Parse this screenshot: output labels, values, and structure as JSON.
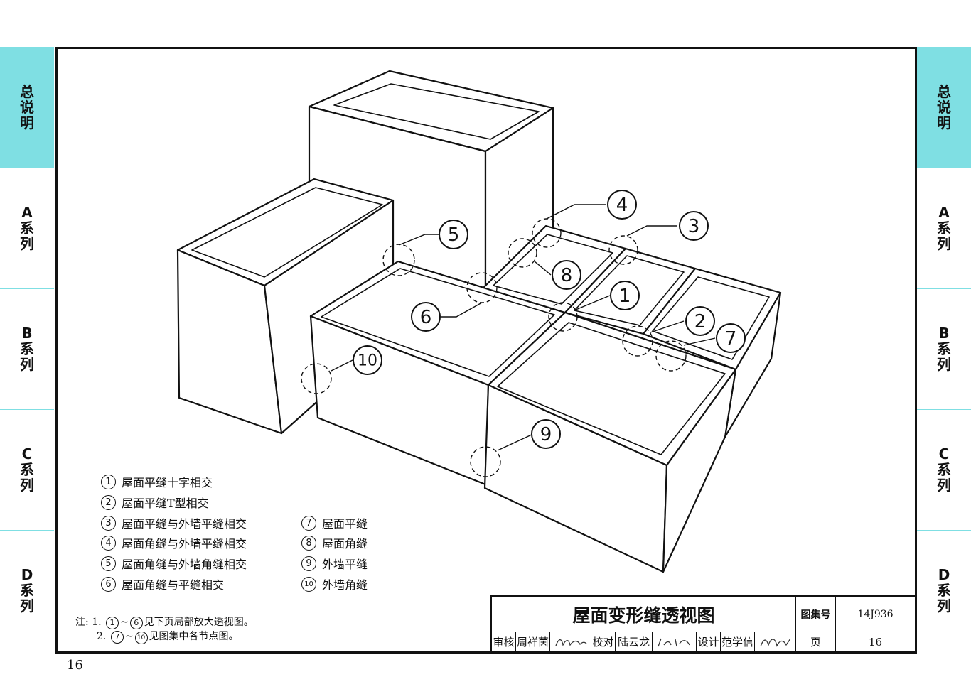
{
  "side_tabs": [
    {
      "chars": [
        "总",
        "说",
        "明"
      ]
    },
    {
      "chars": [
        "A",
        "系",
        "列"
      ]
    },
    {
      "chars": [
        "B",
        "系",
        "列"
      ]
    },
    {
      "chars": [
        "C",
        "系",
        "列"
      ]
    },
    {
      "chars": [
        "D",
        "系",
        "列"
      ]
    }
  ],
  "colors": {
    "active_tab": "#7fdfe3",
    "line": "#111111"
  },
  "callouts": [
    "1",
    "2",
    "3",
    "4",
    "5",
    "6",
    "7",
    "8",
    "9",
    "10"
  ],
  "legend_left": [
    {
      "num": "1",
      "text": "屋面平缝十字相交"
    },
    {
      "num": "2",
      "text": "屋面平缝T型相交"
    },
    {
      "num": "3",
      "text": "屋面平缝与外墙平缝相交"
    },
    {
      "num": "4",
      "text": "屋面角缝与外墙平缝相交"
    },
    {
      "num": "5",
      "text": "屋面角缝与外墙角缝相交"
    },
    {
      "num": "6",
      "text": "屋面角缝与平缝相交"
    }
  ],
  "legend_right": [
    {
      "num": "7",
      "text": "屋面平缝"
    },
    {
      "num": "8",
      "text": "屋面角缝"
    },
    {
      "num": "9",
      "text": "外墙平缝"
    },
    {
      "num": "10",
      "text": "外墙角缝"
    }
  ],
  "notes": {
    "label": "注:",
    "line1": {
      "prefix": "1.",
      "from": "1",
      "sep": "~",
      "to": "6",
      "text": "见下页局部放大透视图。"
    },
    "line2": {
      "prefix": "2.",
      "from": "7",
      "sep": "~",
      "to": "10",
      "text": "见图集中各节点图。"
    }
  },
  "title_block": {
    "title": "屋面变形缝透视图",
    "atlas_label": "图集号",
    "atlas_no": "14J936",
    "review_label": "审核",
    "reviewer": "周祥茵",
    "check_label": "校对",
    "checker": "陆云龙",
    "design_label": "设计",
    "designer": "范学信",
    "page_label": "页",
    "page_no": "16"
  },
  "page_number": "16"
}
